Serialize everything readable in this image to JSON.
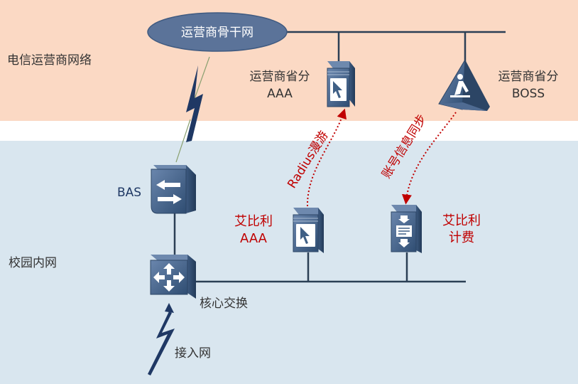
{
  "zones": {
    "telecom": {
      "label": "电信运营商网络",
      "color": "#fbd9c4"
    },
    "campus": {
      "label": "校园内网",
      "color": "#d9e6ef"
    }
  },
  "nodes": {
    "backbone": {
      "label": "运营商骨干网"
    },
    "provincial_aaa": {
      "label_line1": "运营商省分",
      "label_line2": "AAA"
    },
    "provincial_boss": {
      "label_line1": "运营商省分",
      "label_line2": "BOSS"
    },
    "bas": {
      "label": "BAS"
    },
    "campus_aaa": {
      "label_line1": "艾比利",
      "label_line2": "AAA"
    },
    "campus_billing": {
      "label_line1": "艾比利",
      "label_line2": "计费"
    },
    "core_switch": {
      "label": "核心交换"
    },
    "access": {
      "label": "接入网"
    }
  },
  "flows": {
    "radius_roaming": {
      "label": "Radius漫游"
    },
    "account_sync": {
      "label": "账号信息同步"
    }
  },
  "colors": {
    "device": "#3f5f85",
    "device_dark": "#2c4565",
    "line": "#2b3f55",
    "accent_red": "#c00000",
    "cloud": "#5b7399",
    "text_dark": "#333333",
    "text_navy": "#1f3864",
    "lightning": "#1f3864"
  }
}
